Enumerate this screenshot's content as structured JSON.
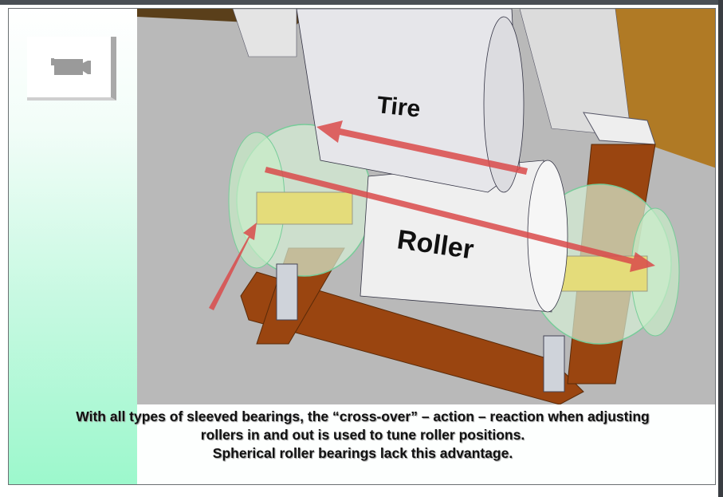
{
  "slide": {
    "icons": {
      "video": "video-camera-icon"
    },
    "photo_labels": {
      "tire": "Tire",
      "roller": "Roller"
    },
    "caption_lines": [
      "With all types of sleeved bearings, the “cross-over” – action – reaction when adjusting",
      "rollers in and out is used to tune roller positions.",
      "Spherical roller bearings lack this advantage."
    ]
  },
  "colors": {
    "strip": "#9cf8cc",
    "arrow": "#d94a4a",
    "frame": "#9a4510",
    "background": "#b8b8b8"
  }
}
